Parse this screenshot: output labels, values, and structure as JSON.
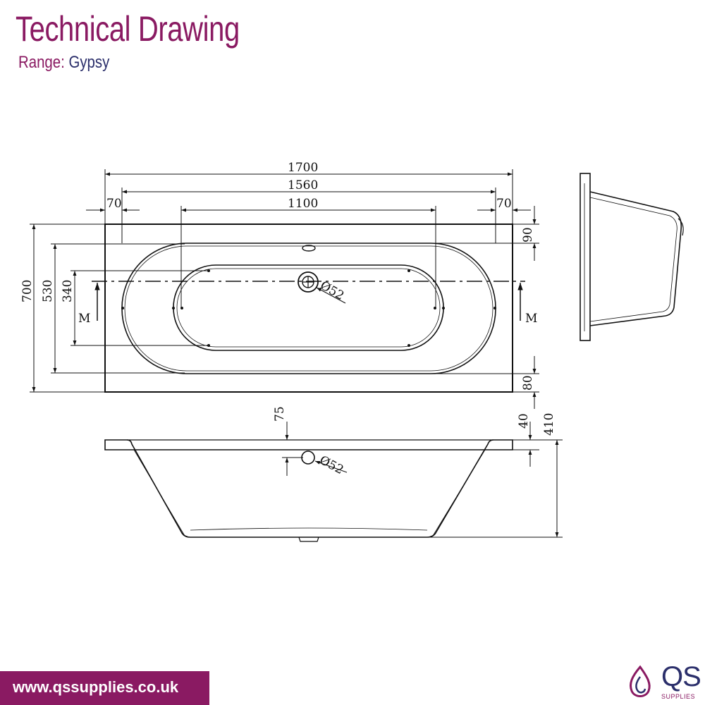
{
  "header": {
    "title": "Technical Drawing",
    "range_label": "Range:",
    "range_value": "Gypsy"
  },
  "dimensions": {
    "overall_length": "1700",
    "inner_length": "1560",
    "flat_length": "1100",
    "rim_left": "70",
    "rim_right": "70",
    "overall_width": "700",
    "inner_width": "530",
    "flat_width": "340",
    "rim_top": "90",
    "rim_bottom": "80",
    "waste_diameter_plan": "Ø52",
    "waste_diameter_section": "Ø52",
    "waste_height": "75",
    "rim_depth": "40",
    "overall_height": "410",
    "section_mark_left": "M",
    "section_mark_right": "M"
  },
  "footer": {
    "url": "www.qssupplies.co.uk",
    "logo_text": "QS",
    "logo_sub": "SUPPLIES"
  },
  "colors": {
    "brand_purple": "#8a1a62",
    "brand_navy": "#2b2f6b",
    "line": "#111111"
  }
}
